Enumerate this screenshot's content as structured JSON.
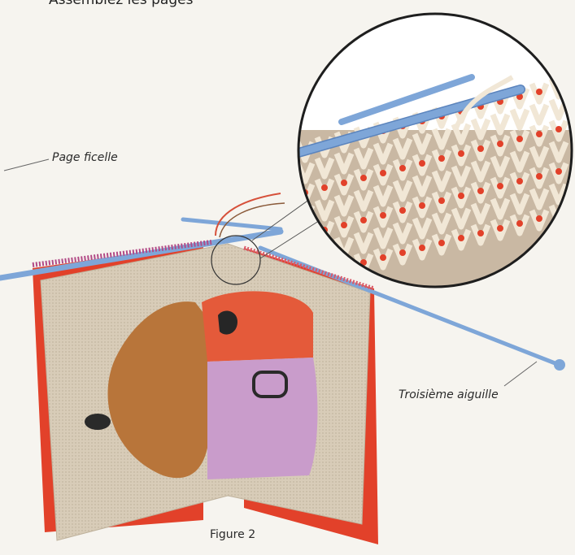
{
  "header": {
    "text": "Assemblez les pages"
  },
  "labels": {
    "string_page": "Page ficelle",
    "third_needle": "Troisième aiguille",
    "figure": "Figure 2"
  },
  "colors": {
    "background": "#f6f4ef",
    "needle": "#7ea6d8",
    "needle_dark": "#5b84bd",
    "red": "#e2412a",
    "yarn_cream": "#f1e7d6",
    "page_beige": "#d8ccb8",
    "brown": "#b8753a",
    "orange_red": "#e45a3a",
    "pink": "#c99ccb",
    "purple_edge": "#8c5aa8"
  },
  "icons": {
    "detail": "magnifier-circle-inset"
  }
}
